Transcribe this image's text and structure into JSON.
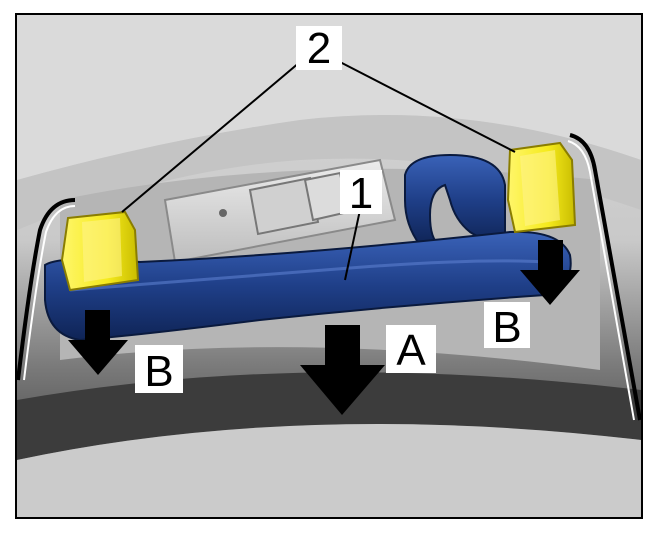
{
  "callouts": {
    "part_1": "1",
    "part_2": "2",
    "arrow_a": "A",
    "arrow_b_left": "B",
    "arrow_b_right": "B"
  },
  "colors": {
    "handle_blue": "#1f3f88",
    "clip_yellow": "#f5ea1c",
    "headliner_gray": "#d6d6d6",
    "outline_black": "#000000"
  }
}
